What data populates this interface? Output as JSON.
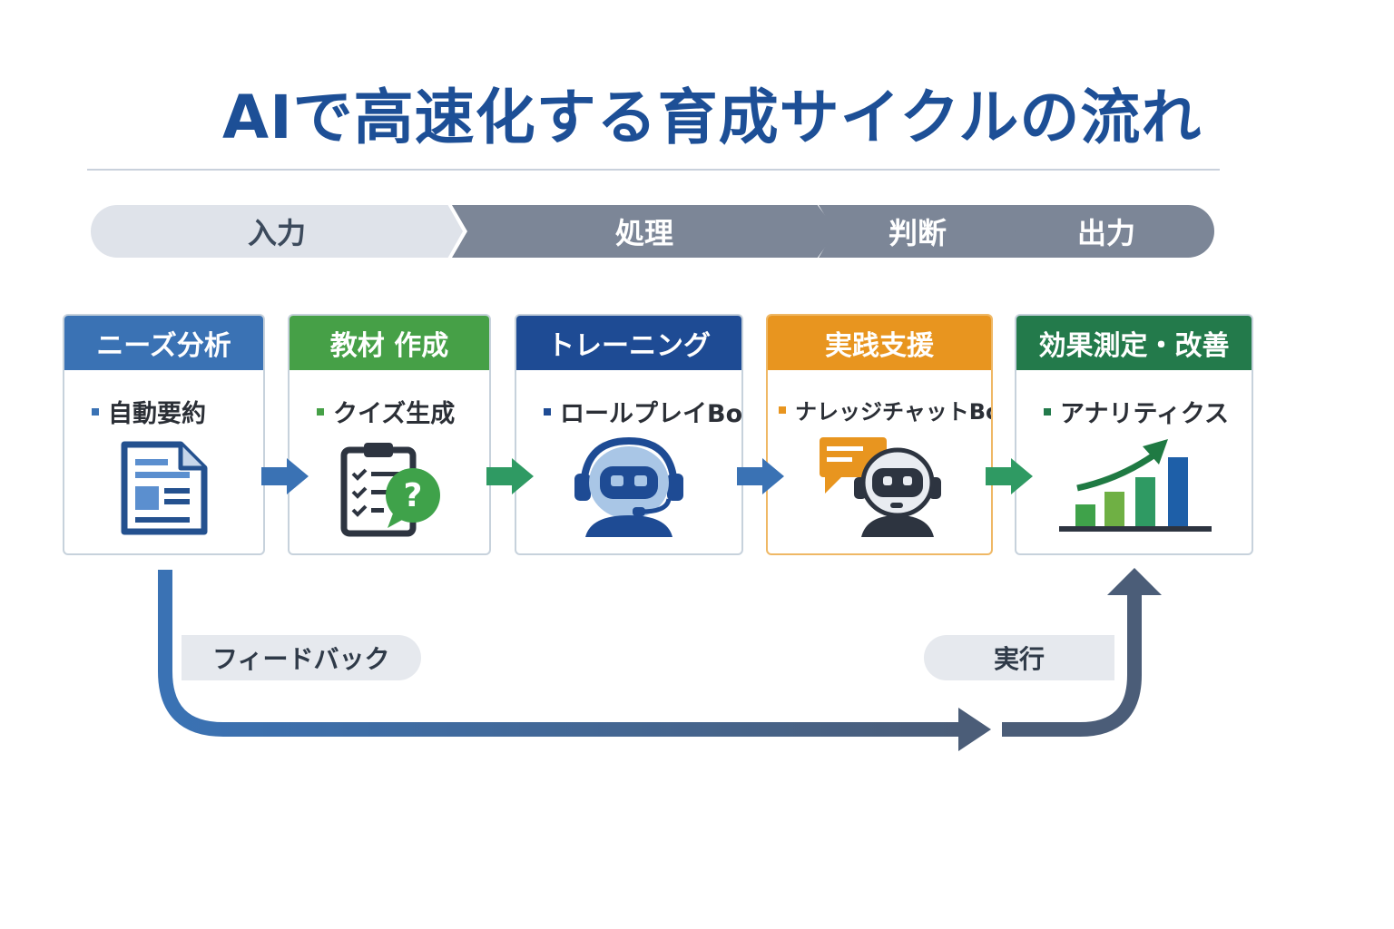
{
  "title": "AIで高速化する育成サイクルの流れ",
  "phases": [
    "入力",
    "処理",
    "判断",
    "出力"
  ],
  "cards": [
    {
      "header": "ニーズ分析",
      "item": "自動要約",
      "color": "#3a72b4",
      "icon": "document-icon"
    },
    {
      "header": "教材 作成",
      "item": "クイズ生成",
      "color": "#46a047",
      "icon": "quiz-clipboard-icon"
    },
    {
      "header": "トレーニング",
      "item": "ロールプレイBot",
      "color": "#1e4b94",
      "icon": "headset-bot-icon"
    },
    {
      "header": "実践支援",
      "item": "ナレッジチャットBot",
      "color": "#e8951f",
      "icon": "chat-bot-icon"
    },
    {
      "header": "効果測定・改善",
      "item": "アナリティクス",
      "color": "#237a4b",
      "icon": "growth-chart-icon"
    }
  ],
  "loop_labels": {
    "feedback": "フィードバック",
    "execute": "実行"
  },
  "colors": {
    "title": "#1d4f96",
    "arrow_blue": "#3a72b4",
    "arrow_green": "#2f9a63",
    "loop_dark": "#4b5d78"
  }
}
